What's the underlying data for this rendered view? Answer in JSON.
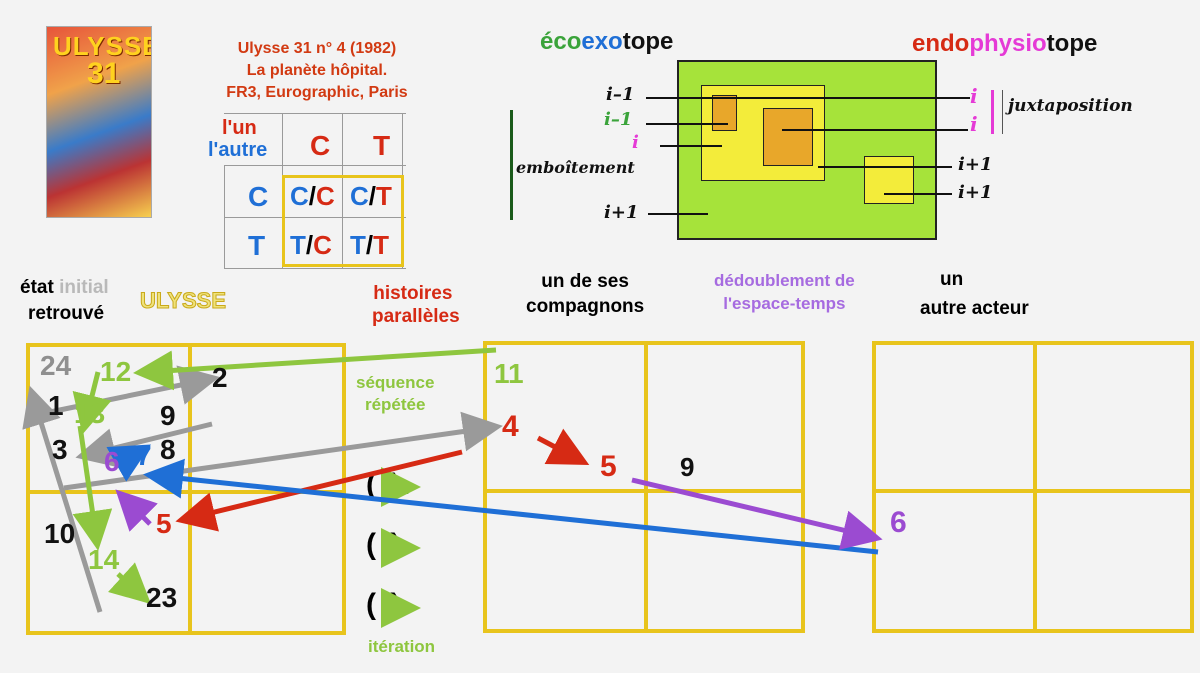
{
  "comic": {
    "cover_title": "ULYSSE",
    "cover_number": "31",
    "info_lines": [
      "Ulysse 31 n° 4 (1982)",
      "La planète hôpital.",
      "FR3, Eurographic, Paris"
    ]
  },
  "matrix": {
    "corner_top": "l'un",
    "corner_bottom": "l'autre",
    "col_headers": [
      "C",
      "T"
    ],
    "row_headers": [
      "C",
      "T"
    ],
    "cells": [
      [
        [
          "C",
          "/",
          "C"
        ],
        [
          "C",
          "/",
          "T"
        ]
      ],
      [
        [
          "T",
          "/",
          "C"
        ],
        [
          "T",
          "/",
          "T"
        ]
      ]
    ]
  },
  "topology": {
    "title_eco": [
      "éco",
      "exo",
      "tope"
    ],
    "title_endo": [
      "endo",
      "physio",
      "tope"
    ],
    "left_labels": [
      "i–1",
      "i–1",
      "i",
      "i+1"
    ],
    "right_labels": [
      "i",
      "i",
      "i+1",
      "i+1"
    ],
    "juxtaposition": "juxtaposition",
    "emboitement": "emboîtement"
  },
  "headings": {
    "etat": [
      "état",
      "initial"
    ],
    "retrouve": "retrouvé",
    "ulysse": "ULYSSE",
    "histoires": [
      "histoires",
      "parallèles"
    ],
    "compagnons": [
      "un de ses",
      "compagnons"
    ],
    "dedoublement": [
      "dédoublement de",
      "l'espace-temps"
    ],
    "autre": [
      "un",
      "autre acteur"
    ]
  },
  "middle": {
    "sequence": [
      "séquence",
      "répétée"
    ],
    "iteration": "itération",
    "loop_indices": [
      "1",
      "2",
      "3"
    ]
  },
  "grid1_numbers": {
    "n24": "24",
    "n12": "12",
    "n2": "2",
    "n1": "1",
    "n13": "13",
    "n9": "9",
    "n3": "3",
    "n6": "6",
    "n7": "7",
    "n8": "8",
    "n5": "5",
    "n10": "10",
    "n14": "14",
    "n23": "23"
  },
  "grid2_numbers": {
    "n11": "11",
    "n4": "4",
    "n5": "5",
    "n9": "9"
  },
  "grid3_numbers": {
    "n6": "6"
  },
  "colors": {
    "red": "#d62a14",
    "green": "#8ec63f",
    "blue": "#1f6fd6",
    "purple": "#9b4bd1",
    "grey": "#9a9a9a",
    "magenta": "#e53ad6",
    "yellow": "#e8c41c",
    "lime": "#a6e33a"
  }
}
